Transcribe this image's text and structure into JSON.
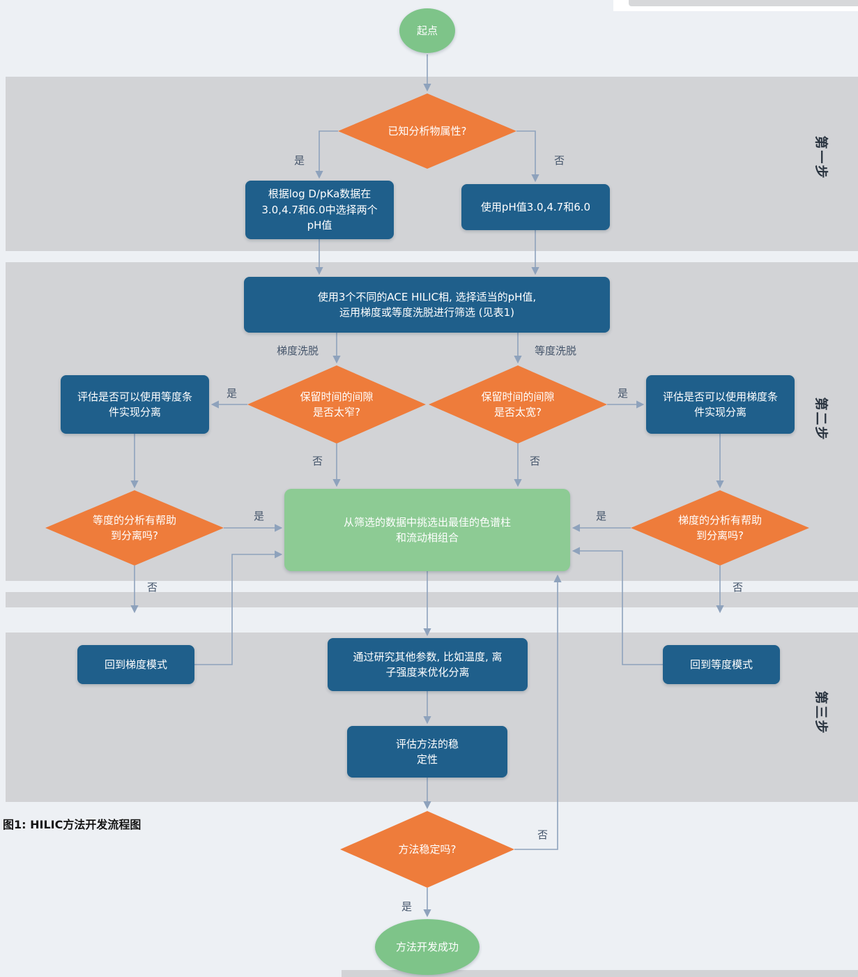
{
  "caption": "图1: HILIC方法开发流程图",
  "step_labels": {
    "step1": "第一步",
    "step2": "第二步",
    "step3": "第三步"
  },
  "edge_labels": {
    "yes": "是",
    "no": "否",
    "gradient_elution": "梯度洗脱",
    "isocratic_elution": "等度洗脱"
  },
  "nodes": {
    "start": "起点",
    "known_analyte_properties": "已知分析物属性?",
    "select_two_ph": [
      "根据log D/pKa数据在",
      "3.0,4.7和6.0中选择两个",
      "pH值"
    ],
    "use_ph_values": "使用pH值3.0,4.7和6.0",
    "screen_hilic_phases": [
      "使用3个不同的ACE HILIC相, 选择适当的pH值,",
      "运用梯度或等度洗脱进行筛选 (见表1)"
    ],
    "retention_gap_narrow": [
      "保留时间的间隙",
      "是否太窄?"
    ],
    "retention_gap_wide": [
      "保留时间的间隙",
      "是否太宽?"
    ],
    "assess_isocratic": [
      "评估是否可以使用等度条",
      "件实现分离"
    ],
    "assess_gradient": [
      "评估是否可以使用梯度条",
      "件实现分离"
    ],
    "pick_best_combo": [
      "从筛选的数据中挑选出最佳的色谱柱",
      "和流动相组合"
    ],
    "isocratic_helps": [
      "等度的分析有帮助",
      "到分离吗?"
    ],
    "gradient_helps": [
      "梯度的分析有帮助",
      "到分离吗?"
    ],
    "back_to_gradient": "回到梯度模式",
    "back_to_isocratic": "回到等度模式",
    "optimize_parameters": [
      "通过研究其他参数, 比如温度, 离",
      "子强度来优化分离"
    ],
    "evaluate_robustness": [
      "评估方法的稳",
      "定性"
    ],
    "method_stable": "方法稳定吗?",
    "success": "方法开发成功"
  },
  "colors": {
    "decision_orange": "#EE7C3B",
    "process_blue": "#1F5F8B",
    "terminal_green": "#7EC489",
    "highlight_green": "#8DCB94",
    "band_gray": "#D2D3D6",
    "background": "#EDF0F4",
    "connector": "#8EA2BC",
    "edge_label_text": "#44546A"
  }
}
